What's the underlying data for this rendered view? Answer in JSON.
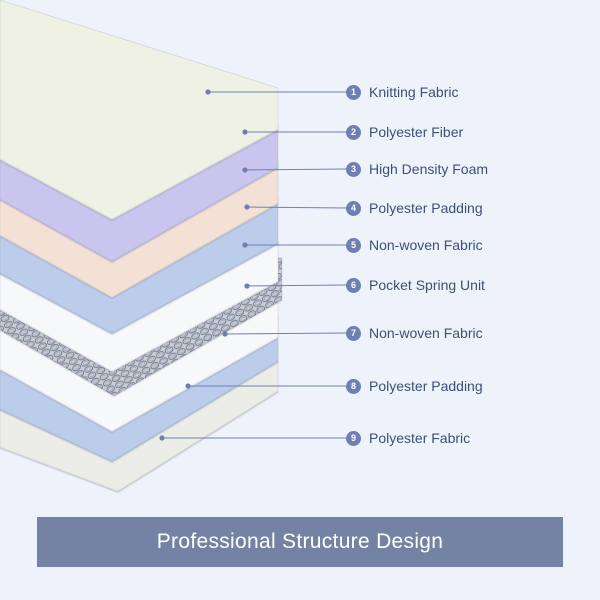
{
  "layers": [
    {
      "number": "1",
      "name": "Knitting Fabric",
      "color": "#eef1e3"
    },
    {
      "number": "2",
      "name": "Polyester Fiber",
      "color": "#cac5ee"
    },
    {
      "number": "3",
      "name": "High Density Foam",
      "color": "#f3e1d5"
    },
    {
      "number": "4",
      "name": "Polyester Padding",
      "color": "#bccdec"
    },
    {
      "number": "5",
      "name": "Non-woven Fabric",
      "color": "#f7f8fa"
    },
    {
      "number": "6",
      "name": "Pocket Spring Unit",
      "color": "#c9ced8"
    },
    {
      "number": "7",
      "name": "Non-woven Fabric",
      "color": "#f7f8fa"
    },
    {
      "number": "8",
      "name": "Polyester Padding",
      "color": "#bccdec"
    },
    {
      "number": "9",
      "name": "Polyester Fabric",
      "color": "#ebede6"
    }
  ],
  "footer": {
    "text": "Professional Structure Design"
  },
  "colors": {
    "background": "#eef3fb",
    "badge": "#6f7fb3",
    "leader_line": "#6f7fb3",
    "label_text": "#3e4f74",
    "footer_background": "#7483a3",
    "footer_text": "#ffffff",
    "spring_wire": "#6e7684"
  }
}
